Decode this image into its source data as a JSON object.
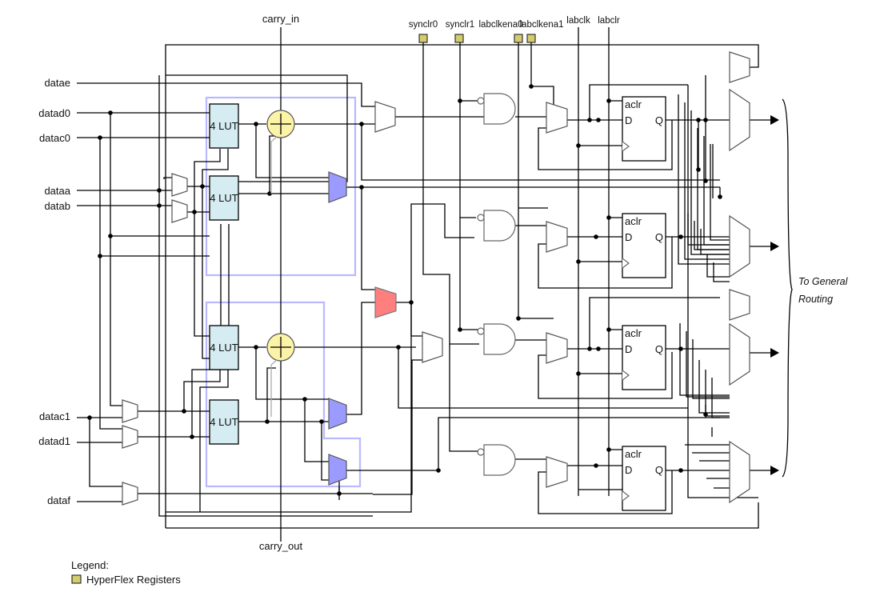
{
  "inputs": {
    "datae": "datae",
    "datad0": "datad0",
    "datac0": "datac0",
    "dataa": "dataa",
    "datab": "datab",
    "datac1": "datac1",
    "datad1": "datad1",
    "dataf": "dataf"
  },
  "carry": {
    "in": "carry_in",
    "out": "carry_out"
  },
  "control_signals": [
    "synclr0",
    "synclr1",
    "labclkena0",
    "labclkena1",
    "labclk",
    "labclr"
  ],
  "lut_label": "4 LUT",
  "flipflop": {
    "aclr": "aclr",
    "d": "D",
    "q": "Q",
    "count": 4
  },
  "routing_label_line1": "To General",
  "routing_label_line2": "Routing",
  "legend": {
    "title": "Legend:",
    "items": [
      {
        "label": "HyperFlex Registers",
        "color": "#d3cd6d"
      }
    ]
  },
  "colors": {
    "lut_fill": "#d5ecf3",
    "adder_fill": "#fbf3a5",
    "mux_blue": "#9a9aff",
    "mux_red": "#ff7f7f",
    "alm_outline": "#b9b9ff",
    "hyperflex": "#d3cd6d"
  }
}
